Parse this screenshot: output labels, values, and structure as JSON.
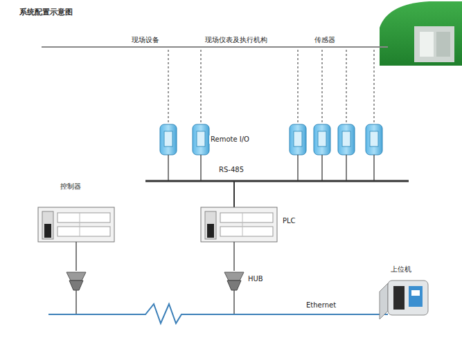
{
  "diagram": {
    "title": "系统配置示意图",
    "nodes": [
      {
        "text": [
          "控制器"
        ]
      },
      {
        "text": [
          "PLC"
        ]
      },
      {
        "text": [
          "上位机"
        ]
      }
    ],
    "labels": [
      "现场设备",
      "现场仪表及执行机构",
      "传感器",
      "Remote I/O",
      "RS-485",
      "HUB",
      "Ethernet"
    ]
  }
}
